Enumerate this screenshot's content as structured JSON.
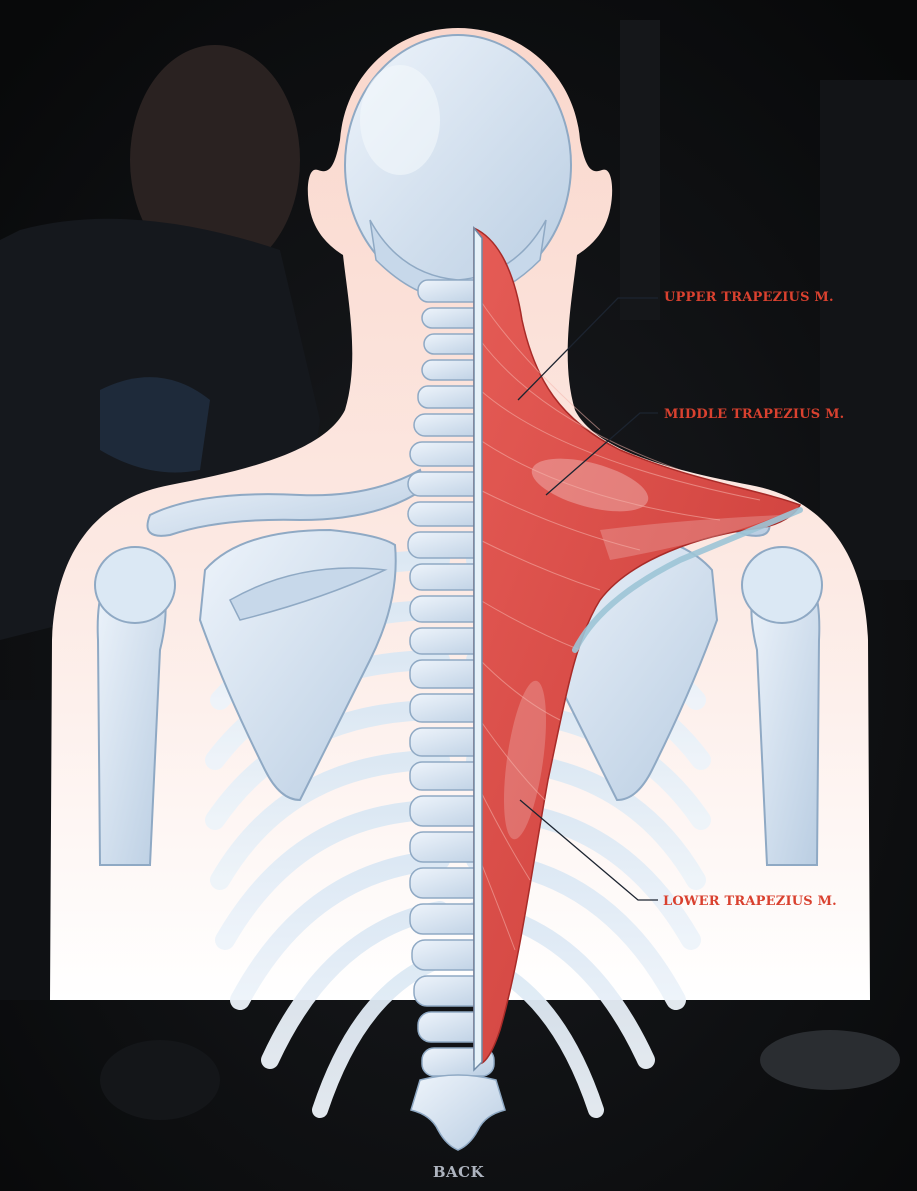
{
  "labels": {
    "upper": "UPPER TRAPEZIUS M.",
    "middle": "MIDDLE TRAPEZIUS M.",
    "lower": "LOWER TRAPEZIUS M."
  },
  "caption": "BACK",
  "colors": {
    "background": "#0c0d0f",
    "skin": "#fbe3dc",
    "bone": "#dbe8f4",
    "bone_shadow": "#9fb9d2",
    "muscle": "#d84a46",
    "label_text": "#d9412f",
    "caption_text": "#aeb4bf",
    "leader_line": "#1c2430"
  }
}
